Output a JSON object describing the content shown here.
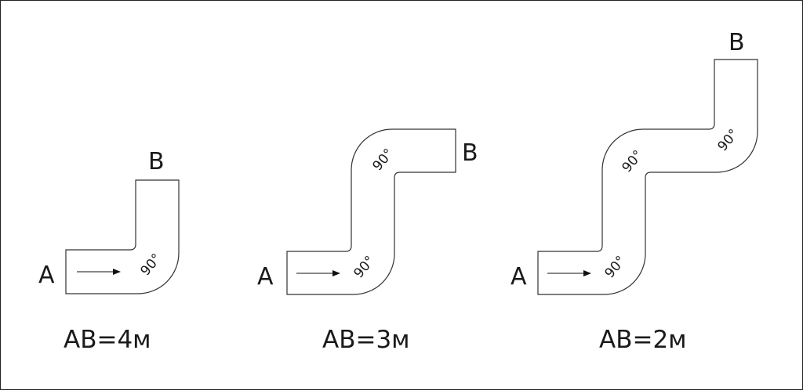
{
  "diagrams": [
    {
      "start": "A",
      "end": "B",
      "angles": [
        "90°"
      ],
      "caption": "AB=4м"
    },
    {
      "start": "A",
      "end": "B",
      "angles": [
        "90°",
        "90°"
      ],
      "caption": "AB=3м"
    },
    {
      "start": "A",
      "end": "B",
      "angles": [
        "90°",
        "90°",
        "90°"
      ],
      "caption": "AB=2м"
    }
  ]
}
